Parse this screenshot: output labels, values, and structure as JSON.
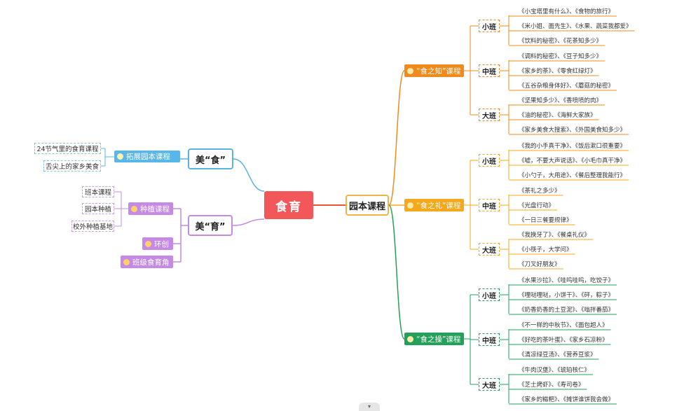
{
  "root": "食育",
  "left": [
    {
      "label": "美“食”",
      "color": "#5ab3dc",
      "topics": [
        {
          "label": "拓展园本课程",
          "color": "#58b6e8",
          "icon": "lightbulb-icon",
          "items": [
            "24节气里的食育课程",
            "舌尖上的家乡美食"
          ]
        }
      ]
    },
    {
      "label": "美“育”",
      "color": "#c38ce0",
      "topics": [
        {
          "label": "种植课程",
          "color": "#c48ae6",
          "icon": "flower-icon",
          "items": [
            "班本课程",
            "园本种植",
            "校外种植基地"
          ]
        },
        {
          "label": "环创",
          "color": "#c48ae6",
          "icon": "flower-icon",
          "items": []
        },
        {
          "label": "班级食育角",
          "color": "#c48ae6",
          "icon": "flower-icon",
          "items": []
        }
      ]
    }
  ],
  "right": {
    "label": "园本课程",
    "topics": [
      {
        "label": "“食之知”课程",
        "color": "#f08a1c",
        "icon": "globe-icon",
        "classes": [
          {
            "label": "小班",
            "items": [
              "《小宝塔里有什么》、《食物的旅行》",
              "《米小姐、面先生》、《水果、蔬菜我都爱》",
              "《饮料的秘密》、《花茶知多少》"
            ]
          },
          {
            "label": "中班",
            "items": [
              "《调料的秘密》、《豆子知多少》",
              "《家乡的茶》、《零食红绿灯》",
              "《五谷杂粮身体好》、《蘑菇的秘密》"
            ]
          },
          {
            "label": "大班",
            "items": [
              "《坚果知多少》、《香喷喷的肉》",
              "《油的秘密》、《海鲜大家族》",
              "《家乡美食大搜索》、《外国美食知多少》"
            ]
          }
        ]
      },
      {
        "label": "“食之礼”课程",
        "color": "#f4a81e",
        "icon": "people-icon",
        "classes": [
          {
            "label": "小班",
            "items": [
              "《我的小手真干净》、《饭后漱口很重要》",
              "《嘘，不要大声说话》、《小毛巾真干净》",
              "《小勺子，大用途》、《餐后整理我能行》"
            ]
          },
          {
            "label": "中班",
            "items": [
              "《茶礼之多少》",
              "《光盘行动》",
              "《一日三餐要规律》"
            ]
          },
          {
            "label": "大班",
            "items": [
              "《我换牙了》、《餐桌礼仪》",
              "《小筷子，大学问》",
              "《刀叉好朋友》"
            ]
          }
        ]
      },
      {
        "label": "“食之操”课程",
        "color": "#23a15a",
        "icon": "lightbulb-icon",
        "classes": [
          {
            "label": "小班",
            "items": [
              "《水果沙拉》、《哇呜哇呜，吃饺子》",
              "《哩哒哩哒，小饼干》、《砰，粽子》",
              "《奶香奶香的土豆泥》、《嗡拌番茄》"
            ]
          },
          {
            "label": "中班",
            "items": [
              "《不一样的中秋节》、《面包超人》",
              "《好吃的茶叶蛋》、《家乡石凉粉》",
              "《清凉绿豆汤》、《营养豆浆》"
            ]
          },
          {
            "label": "大班",
            "items": [
              "《牛肉汉堡》、《琥珀核仁》",
              "《芝士烤虾》、《寿司卷》",
              "《家乡的糍粑》、《摊饼谁饼我会做》"
            ]
          }
        ]
      }
    ]
  }
}
